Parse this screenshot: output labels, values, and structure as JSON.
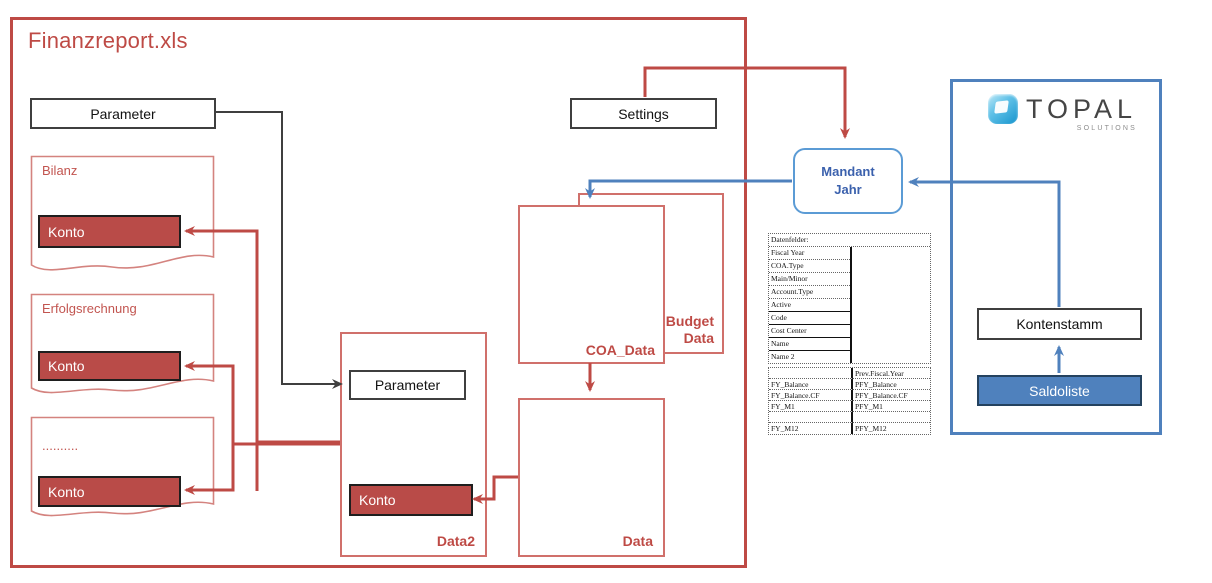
{
  "diagram": {
    "finanzreport": {
      "title": "Finanzreport.xls",
      "parameter_label": "Parameter",
      "settings_label": "Settings",
      "documents": [
        {
          "title": "Bilanz",
          "konto_label": "Konto"
        },
        {
          "title": "Erfolgsrechnung",
          "konto_label": "Konto"
        },
        {
          "title": "..........",
          "konto_label": "Konto"
        }
      ],
      "data2": {
        "label": "Data2",
        "parameter_label": "Parameter",
        "konto_label": "Konto"
      },
      "coa_data": {
        "label": "COA_Data"
      },
      "budget_data": {
        "line1": "Budget",
        "line2": "Data"
      },
      "data": {
        "label": "Data"
      }
    },
    "topal": {
      "logo_word": "TOPAL",
      "logo_sub": "SOLUTIONS",
      "mandant": {
        "line1": "Mandant",
        "line2": "Jahr"
      },
      "kontenstamm_label": "Kontenstamm",
      "saldoliste_label": "Saldoliste"
    },
    "field_table": {
      "header": "Datenfelder:",
      "upper_fields": [
        {
          "label": "Fiscal Year",
          "rule": "dotted"
        },
        {
          "label": "COA.Type",
          "rule": "dotted"
        },
        {
          "label": "Main/Minor",
          "rule": "dotted"
        },
        {
          "label": "Account.Type",
          "rule": "dotted"
        },
        {
          "label": "Active",
          "rule": "solid"
        },
        {
          "label": "Code",
          "rule": "solid"
        },
        {
          "label": "Cost Center",
          "rule": "solid"
        },
        {
          "label": "Name",
          "rule": "solid"
        },
        {
          "label": "Name 2",
          "rule": "solid"
        }
      ],
      "lower_rows": [
        {
          "left": "",
          "right": "Prev.Fiscal.Year"
        },
        {
          "left": "FY_Balance",
          "right": "PFY_Balance"
        },
        {
          "left": "FY_Balance.CF",
          "right": "PFY_Balance.CF"
        },
        {
          "left": "FY_M1",
          "right": "PFY_M1"
        },
        {
          "left": "",
          "right": ""
        },
        {
          "left": "FY_M12",
          "right": "PFY_M12"
        }
      ]
    },
    "colors": {
      "accent_red": "#BE4A45",
      "light_red": "#D4837F",
      "konto_fill": "#B94B48",
      "accent_blue": "#4F81BD",
      "mandant_text": "#3B61AD",
      "box_border_dark": "#3F3F3F"
    }
  }
}
